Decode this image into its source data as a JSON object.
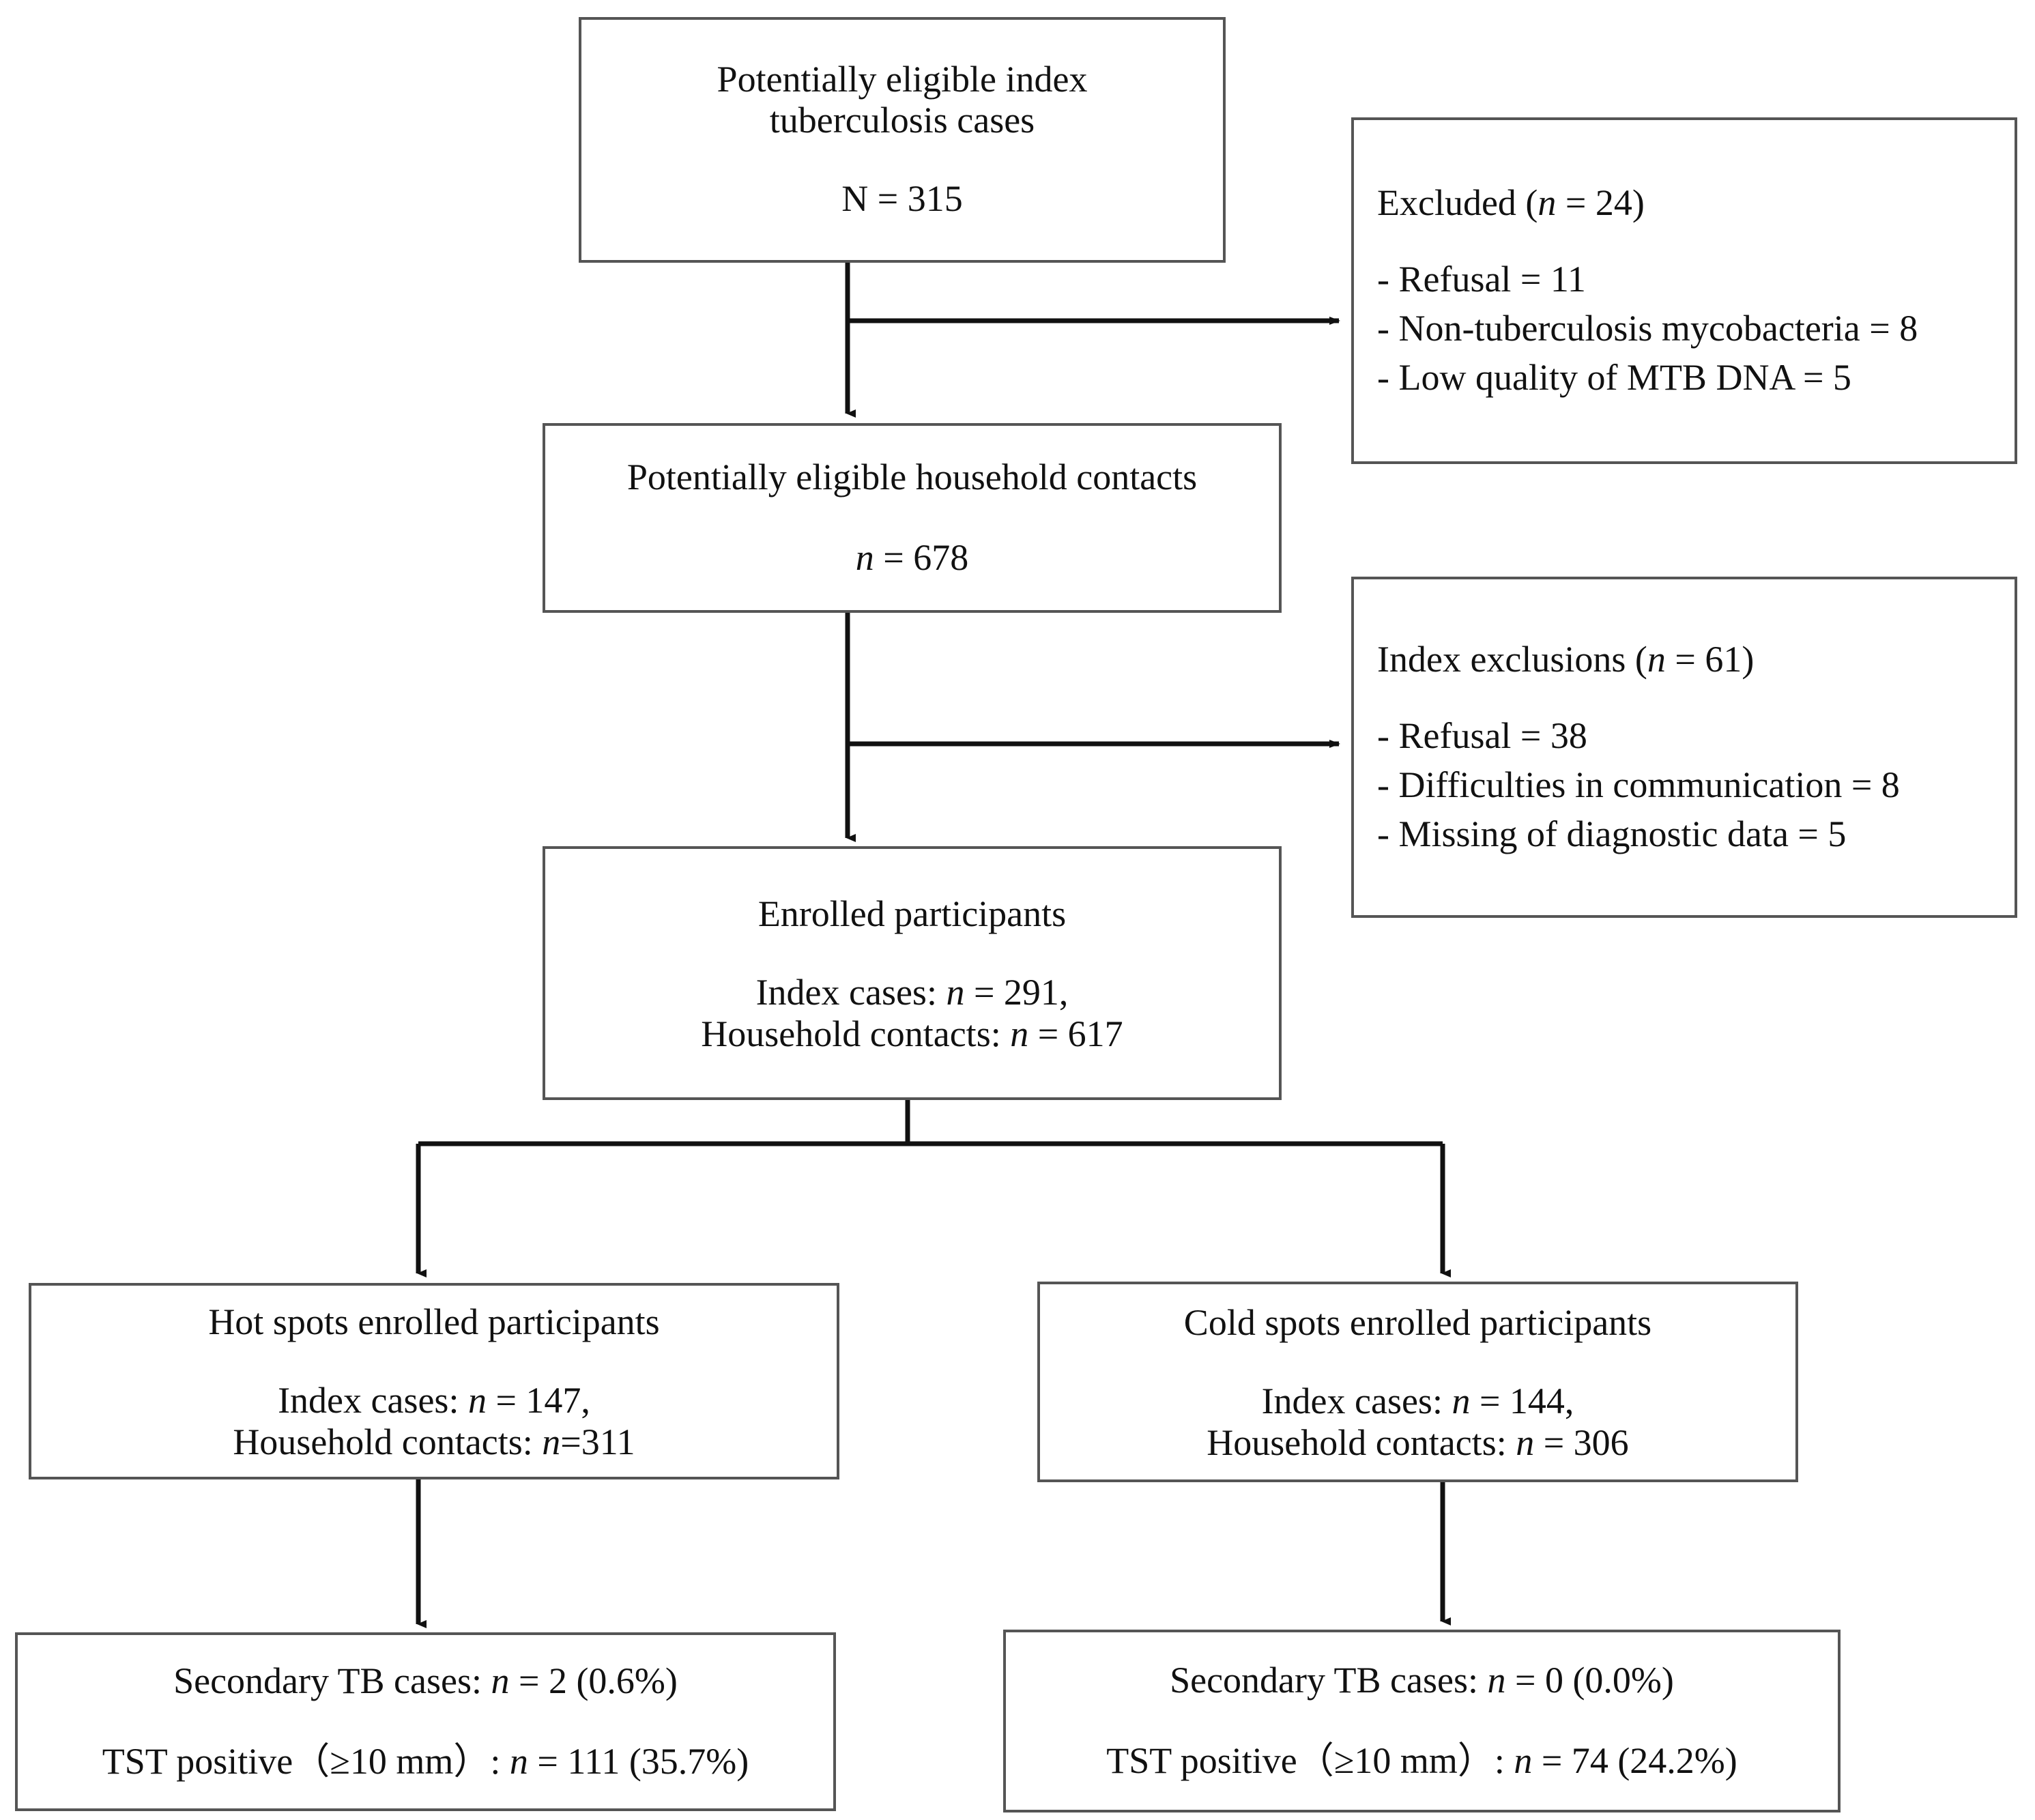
{
  "figure": {
    "type": "flowchart",
    "description": "Study participant enrollment flow diagram for a tuberculosis household contact investigation"
  },
  "nodes": {
    "index_cases": {
      "title_line1": "Potentially eligible index",
      "title_line2": "tuberculosis cases",
      "count": "N = 315"
    },
    "excluded": {
      "heading_prefix": "Excluded (",
      "heading_italic": "n",
      "heading_suffix": " = 24)",
      "items": [
        "- Refusal = 11",
        "- Non-tuberculosis mycobacteria = 8",
        "- Low quality of MTB DNA = 5"
      ]
    },
    "household_contacts": {
      "title": "Potentially eligible household contacts",
      "count_italic": "n",
      "count_rest": " = 678"
    },
    "index_exclusions": {
      "heading_prefix": "Index exclusions (",
      "heading_italic": "n",
      "heading_suffix": " = 61)",
      "items": [
        "- Refusal = 38",
        "- Difficulties in communication = 8",
        "- Missing of diagnostic data = 5"
      ]
    },
    "enrolled": {
      "title": "Enrolled participants",
      "index_label": "Index cases: ",
      "index_italic": "n",
      "index_value": " = 291,",
      "contacts_label": "Household contacts: ",
      "contacts_italic": "n",
      "contacts_value": " = 617"
    },
    "hot_spots": {
      "title": "Hot spots enrolled participants",
      "index_label": "Index cases: ",
      "index_italic": "n",
      "index_value": " = 147,",
      "contacts_label": "Household contacts: ",
      "contacts_italic": "n",
      "contacts_value": "=311"
    },
    "cold_spots": {
      "title": "Cold spots enrolled participants",
      "index_label": "Index cases: ",
      "index_italic": "n",
      "index_value": " = 144,",
      "contacts_label": "Household contacts: ",
      "contacts_italic": "n",
      "contacts_value": " = 306"
    },
    "hot_spots_results": {
      "secondary_label": "Secondary TB cases: ",
      "secondary_italic": "n",
      "secondary_value": " = 2 (0.6%)",
      "tst_label": "TST positive（≥10 mm）: ",
      "tst_italic": "n",
      "tst_value": " = 111 (35.7%)"
    },
    "cold_spots_results": {
      "secondary_label": "Secondary TB cases: ",
      "secondary_italic": "n",
      "secondary_value": " = 0 (0.0%)",
      "tst_label": "TST positive（≥10 mm）: ",
      "tst_italic": "n",
      "tst_value": " = 74 (24.2%)"
    }
  },
  "colors": {
    "border": "#555555",
    "connector": "#111111",
    "background": "#ffffff",
    "text": "#111111"
  }
}
